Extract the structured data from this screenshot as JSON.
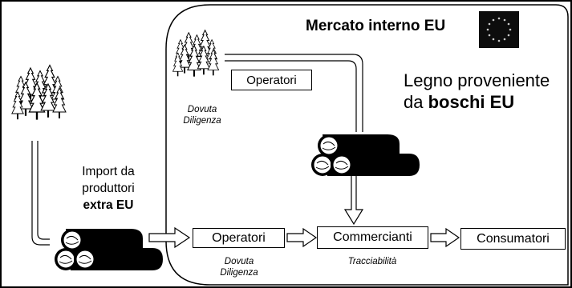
{
  "market_title": "Mercato interno EU",
  "eu_wood": {
    "line1": "Legno proveniente",
    "line2_prefix": "da ",
    "line2_bold": "boschi EU"
  },
  "import_text": {
    "line1": "Import da",
    "line2": "produttori",
    "line3_bold": "extra EU"
  },
  "boxes": {
    "operatori_top": "Operatori",
    "operatori_bottom": "Operatori",
    "commercianti": "Commercianti",
    "consumatori": "Consumatori"
  },
  "notes": {
    "dovuta_top": [
      "Dovuta",
      "Diligenza"
    ],
    "dovuta_bottom": [
      "Dovuta",
      "Diligenza"
    ],
    "tracciabilita": "Tracciabilità"
  },
  "colors": {
    "flag_bg": "#0d0d0d",
    "flag_stars": "#c8c8c8",
    "ink": "#000000"
  },
  "icons": [
    "forest-icon",
    "forest-icon",
    "log-pile-icon",
    "log-pile-icon",
    "eu-flag-icon"
  ]
}
